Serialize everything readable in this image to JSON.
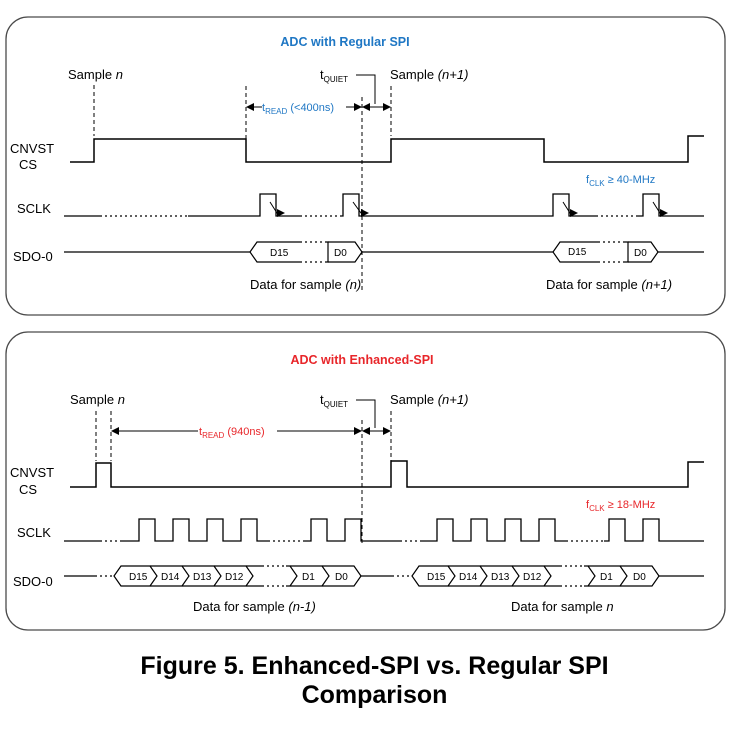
{
  "panels": {
    "regular": {
      "title": "ADC with Regular SPI",
      "sample_prefix": "Sample ",
      "sample_n": "n",
      "sample_next": "(n+1)",
      "tquiet_t": "t",
      "tquiet_sub": "QUIET",
      "tread_t": "t",
      "tread_sub": "READ",
      "tread_value": " (<400ns)",
      "fclk_f": "f",
      "fclk_sub": "CLK",
      "fclk_value": " ≥  40-MHz",
      "signal_cnvst": "CNVST",
      "signal_cs": "CS",
      "signal_sclk": "SCLK",
      "signal_sdo": "SDO-0",
      "bits_a": [
        "D15",
        "D0"
      ],
      "bits_b": [
        "D15",
        "D0"
      ],
      "data_prefix": "Data for sample ",
      "data_a_ref": "(n)",
      "data_b_ref": "(n+1)"
    },
    "enhanced": {
      "title": "ADC with Enhanced-SPI",
      "sample_prefix": "Sample ",
      "sample_n": "n",
      "sample_next": "(n+1)",
      "tquiet_t": "t",
      "tquiet_sub": "QUIET",
      "tread_t": "t",
      "tread_sub": "READ",
      "tread_value": " (940ns)",
      "fclk_f": "f",
      "fclk_sub": "CLK",
      "fclk_value": " ≥  18-MHz",
      "signal_cnvst": "CNVST",
      "signal_cs": "CS",
      "signal_sclk": "SCLK",
      "signal_sdo": "SDO-0",
      "bits_a": [
        "D15",
        "D14",
        "D13",
        "D12",
        "D1",
        "D0"
      ],
      "bits_b": [
        "D15",
        "D14",
        "D13",
        "D12",
        "D1",
        "D0"
      ],
      "data_prefix": "Data for sample ",
      "data_a_ref": "(n-1)",
      "data_b_ref": "n"
    }
  },
  "colors": {
    "regular_accent": "#1f77c4",
    "enhanced_accent": "#e8262a"
  },
  "caption": {
    "line1": "Figure 5. Enhanced-SPI vs. Regular SPI",
    "line2": "Comparison"
  }
}
